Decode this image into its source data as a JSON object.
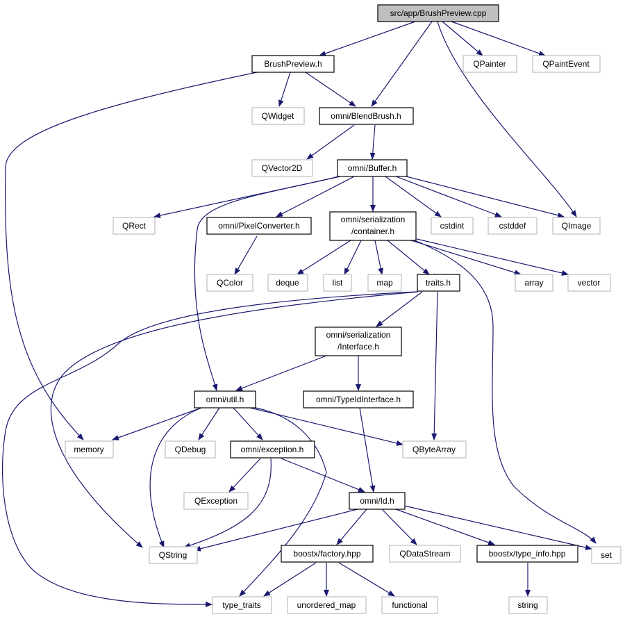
{
  "colors": {
    "edge": "#191970",
    "root_fill": "#bfbfbf",
    "border_dark": "#000000",
    "border_light": "#bfbfbf"
  },
  "nodes": {
    "brushpreview_cpp": "src/app/BrushPreview.cpp",
    "brushpreview_h": "BrushPreview.h",
    "qpainter": "QPainter",
    "qpaintevent": "QPaintEvent",
    "qwidget": "QWidget",
    "blendbrush_h": "omni/BlendBrush.h",
    "qvector2d": "QVector2D",
    "buffer_h": "omni/Buffer.h",
    "qrect": "QRect",
    "pixelconverter_h": "omni/PixelConverter.h",
    "container_h_line1": "omni/serialization",
    "container_h_line2": "/container.h",
    "cstdint": "cstdint",
    "cstddef": "cstddef",
    "qimage": "QImage",
    "qcolor": "QColor",
    "deque": "deque",
    "list": "list",
    "map": "map",
    "traits_h": "traits.h",
    "array": "array",
    "vector": "vector",
    "interface_h_line1": "omni/serialization",
    "interface_h_line2": "/Interface.h",
    "util_h": "omni/util.h",
    "typeidinterface_h": "omni/TypeIdInterface.h",
    "memory": "memory",
    "qdebug": "QDebug",
    "exception_h": "omni/exception.h",
    "qbytearray": "QByteArray",
    "qexception": "QException",
    "id_h": "omni/Id.h",
    "qstring": "QString",
    "factory_hpp": "boostx/factory.hpp",
    "qdatastream": "QDataStream",
    "type_info_hpp": "boostx/type_info.hpp",
    "set": "set",
    "type_traits": "type_traits",
    "unordered_map": "unordered_map",
    "functional": "functional",
    "string": "string"
  }
}
